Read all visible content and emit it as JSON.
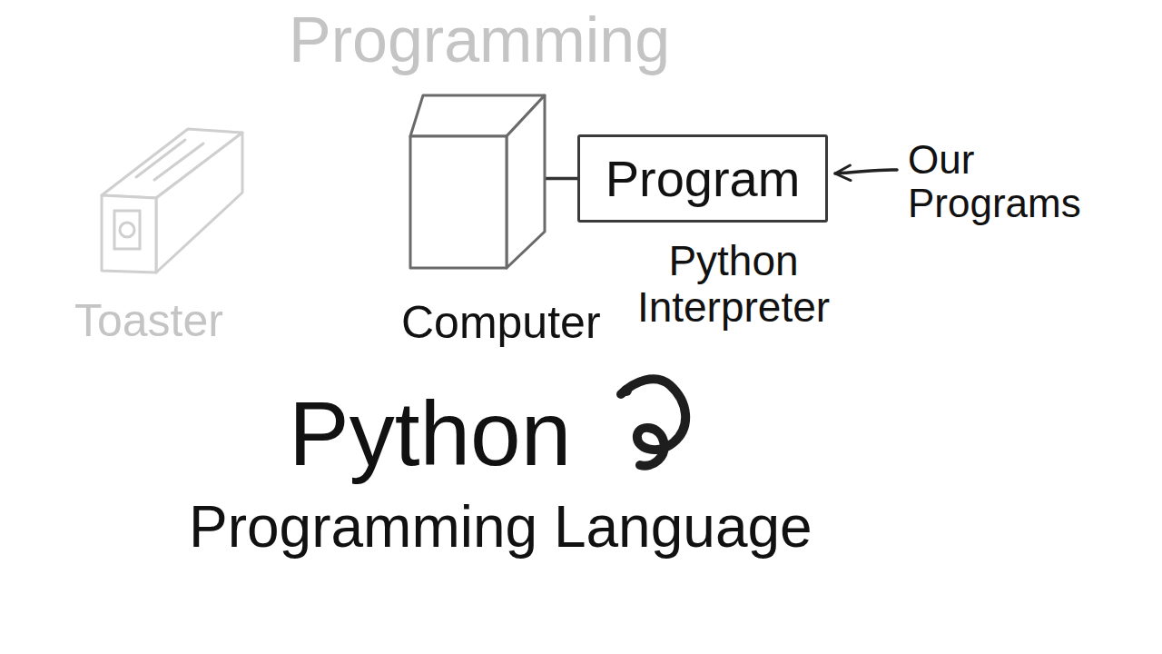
{
  "diagram": {
    "title": "Programming",
    "nodes": [
      {
        "text": [
          "Toaster"
        ]
      },
      {
        "text": [
          "Computer"
        ]
      },
      {
        "text": [
          "Program"
        ]
      }
    ],
    "edges": [
      {
        "from": 2,
        "to": 1,
        "arrow": "to"
      }
    ],
    "labels": [
      "Our Programs",
      "Python Interpreter",
      "Python",
      "Programming Language"
    ]
  }
}
